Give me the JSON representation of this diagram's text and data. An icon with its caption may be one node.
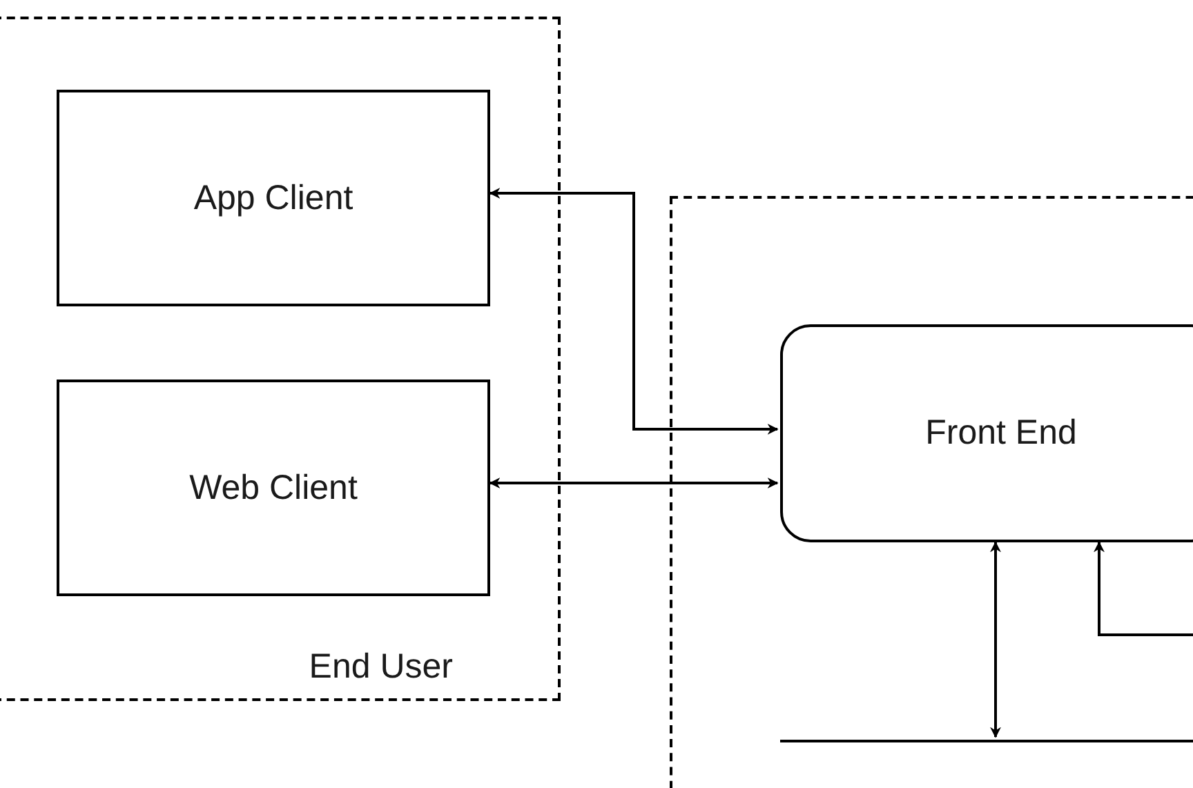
{
  "diagram": {
    "nodes": [
      {
        "text": [
          "End User"
        ]
      },
      {
        "text": [
          "App Client"
        ],
        "in": 0
      },
      {
        "text": [
          "Web Client"
        ],
        "in": 0
      },
      {
        "text": [],
        "shape": "box"
      },
      {
        "text": [
          "Front End"
        ],
        "in": 3
      },
      {
        "text": [],
        "shape": "bar",
        "in": 3
      }
    ],
    "edges": [
      {
        "from": 1,
        "to": 4,
        "arrow": "both"
      },
      {
        "from": 2,
        "to": 4,
        "arrow": "both"
      },
      {
        "from": 4,
        "to": 5,
        "arrow": "both"
      },
      {
        "from": null,
        "to": 4,
        "arrow": "to"
      }
    ]
  }
}
